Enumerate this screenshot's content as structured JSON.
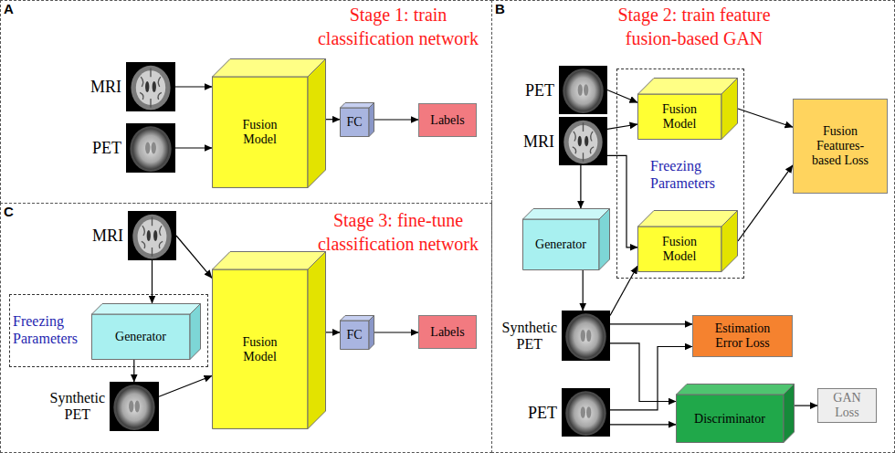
{
  "diagram": {
    "nodes": [
      {
        "text": [
          "A",
          "Stage 1: train classification network"
        ]
      },
      {
        "text": [
          "MRI"
        ],
        "in": 0
      },
      {
        "text": [
          "PET"
        ],
        "in": 0
      },
      {
        "text": [
          "Fusion Model"
        ],
        "in": 0
      },
      {
        "text": [
          "FC"
        ],
        "in": 0
      },
      {
        "text": [
          "Labels"
        ],
        "in": 0
      },
      {
        "text": [
          "B",
          "Stage 2: train feature fusion-based GAN"
        ]
      },
      {
        "text": [
          "PET"
        ],
        "in": 6
      },
      {
        "text": [
          "MRI"
        ],
        "in": 6
      },
      {
        "text": [
          "Freezing Parameters"
        ],
        "in": 6
      },
      {
        "text": [
          "Fusion Model"
        ],
        "in": 9
      },
      {
        "text": [
          "Fusion Model"
        ],
        "in": 9
      },
      {
        "text": [
          "Fusion Features-based Loss"
        ],
        "in": 6
      },
      {
        "text": [
          "Generator"
        ],
        "in": 6
      },
      {
        "text": [
          "Synthetic PET"
        ],
        "in": 6
      },
      {
        "text": [
          "Estimation Error Loss"
        ],
        "in": 6
      },
      {
        "text": [
          "PET"
        ],
        "in": 6
      },
      {
        "text": [
          "Discriminator"
        ],
        "in": 6
      },
      {
        "text": [
          "GAN Loss"
        ],
        "in": 6
      },
      {
        "text": [
          "C",
          "Stage 3: fine-tune classification network"
        ]
      },
      {
        "text": [
          "MRI"
        ],
        "in": 19
      },
      {
        "text": [
          "Freezing Parameters"
        ],
        "in": 19
      },
      {
        "text": [
          "Generator"
        ],
        "in": 21
      },
      {
        "text": [
          "Synthetic PET"
        ],
        "in": 19
      },
      {
        "text": [
          "Fusion Model"
        ],
        "in": 19
      },
      {
        "text": [
          "FC"
        ],
        "in": 19
      },
      {
        "text": [
          "Labels"
        ],
        "in": 19
      }
    ],
    "edges": [
      {
        "from": 1,
        "to": 3,
        "arrow": "to"
      },
      {
        "from": 2,
        "to": 3,
        "arrow": "to"
      },
      {
        "from": 3,
        "to": 4,
        "arrow": "to"
      },
      {
        "from": 4,
        "to": 5,
        "arrow": "to"
      },
      {
        "from": 7,
        "to": 10,
        "arrow": "to"
      },
      {
        "from": 8,
        "to": 10,
        "arrow": "to"
      },
      {
        "from": 8,
        "to": 11,
        "arrow": "to"
      },
      {
        "from": 8,
        "to": 13,
        "arrow": "to"
      },
      {
        "from": 13,
        "to": 14,
        "arrow": "to"
      },
      {
        "from": 14,
        "to": 11,
        "arrow": "to"
      },
      {
        "from": 10,
        "to": 12,
        "arrow": "to"
      },
      {
        "from": 11,
        "to": 12,
        "arrow": "to"
      },
      {
        "from": 14,
        "to": 15,
        "arrow": "to"
      },
      {
        "from": 16,
        "to": 15,
        "arrow": "to"
      },
      {
        "from": 14,
        "to": 17,
        "arrow": "to"
      },
      {
        "from": 16,
        "to": 17,
        "arrow": "to"
      },
      {
        "from": 17,
        "to": 18,
        "arrow": "to"
      },
      {
        "from": 20,
        "to": 22,
        "arrow": "to"
      },
      {
        "from": 20,
        "to": 24,
        "arrow": "to"
      },
      {
        "from": 22,
        "to": 23,
        "arrow": "to"
      },
      {
        "from": 23,
        "to": 24,
        "arrow": "to"
      },
      {
        "from": 24,
        "to": 25,
        "arrow": "to"
      },
      {
        "from": 25,
        "to": 26,
        "arrow": "to"
      }
    ]
  }
}
